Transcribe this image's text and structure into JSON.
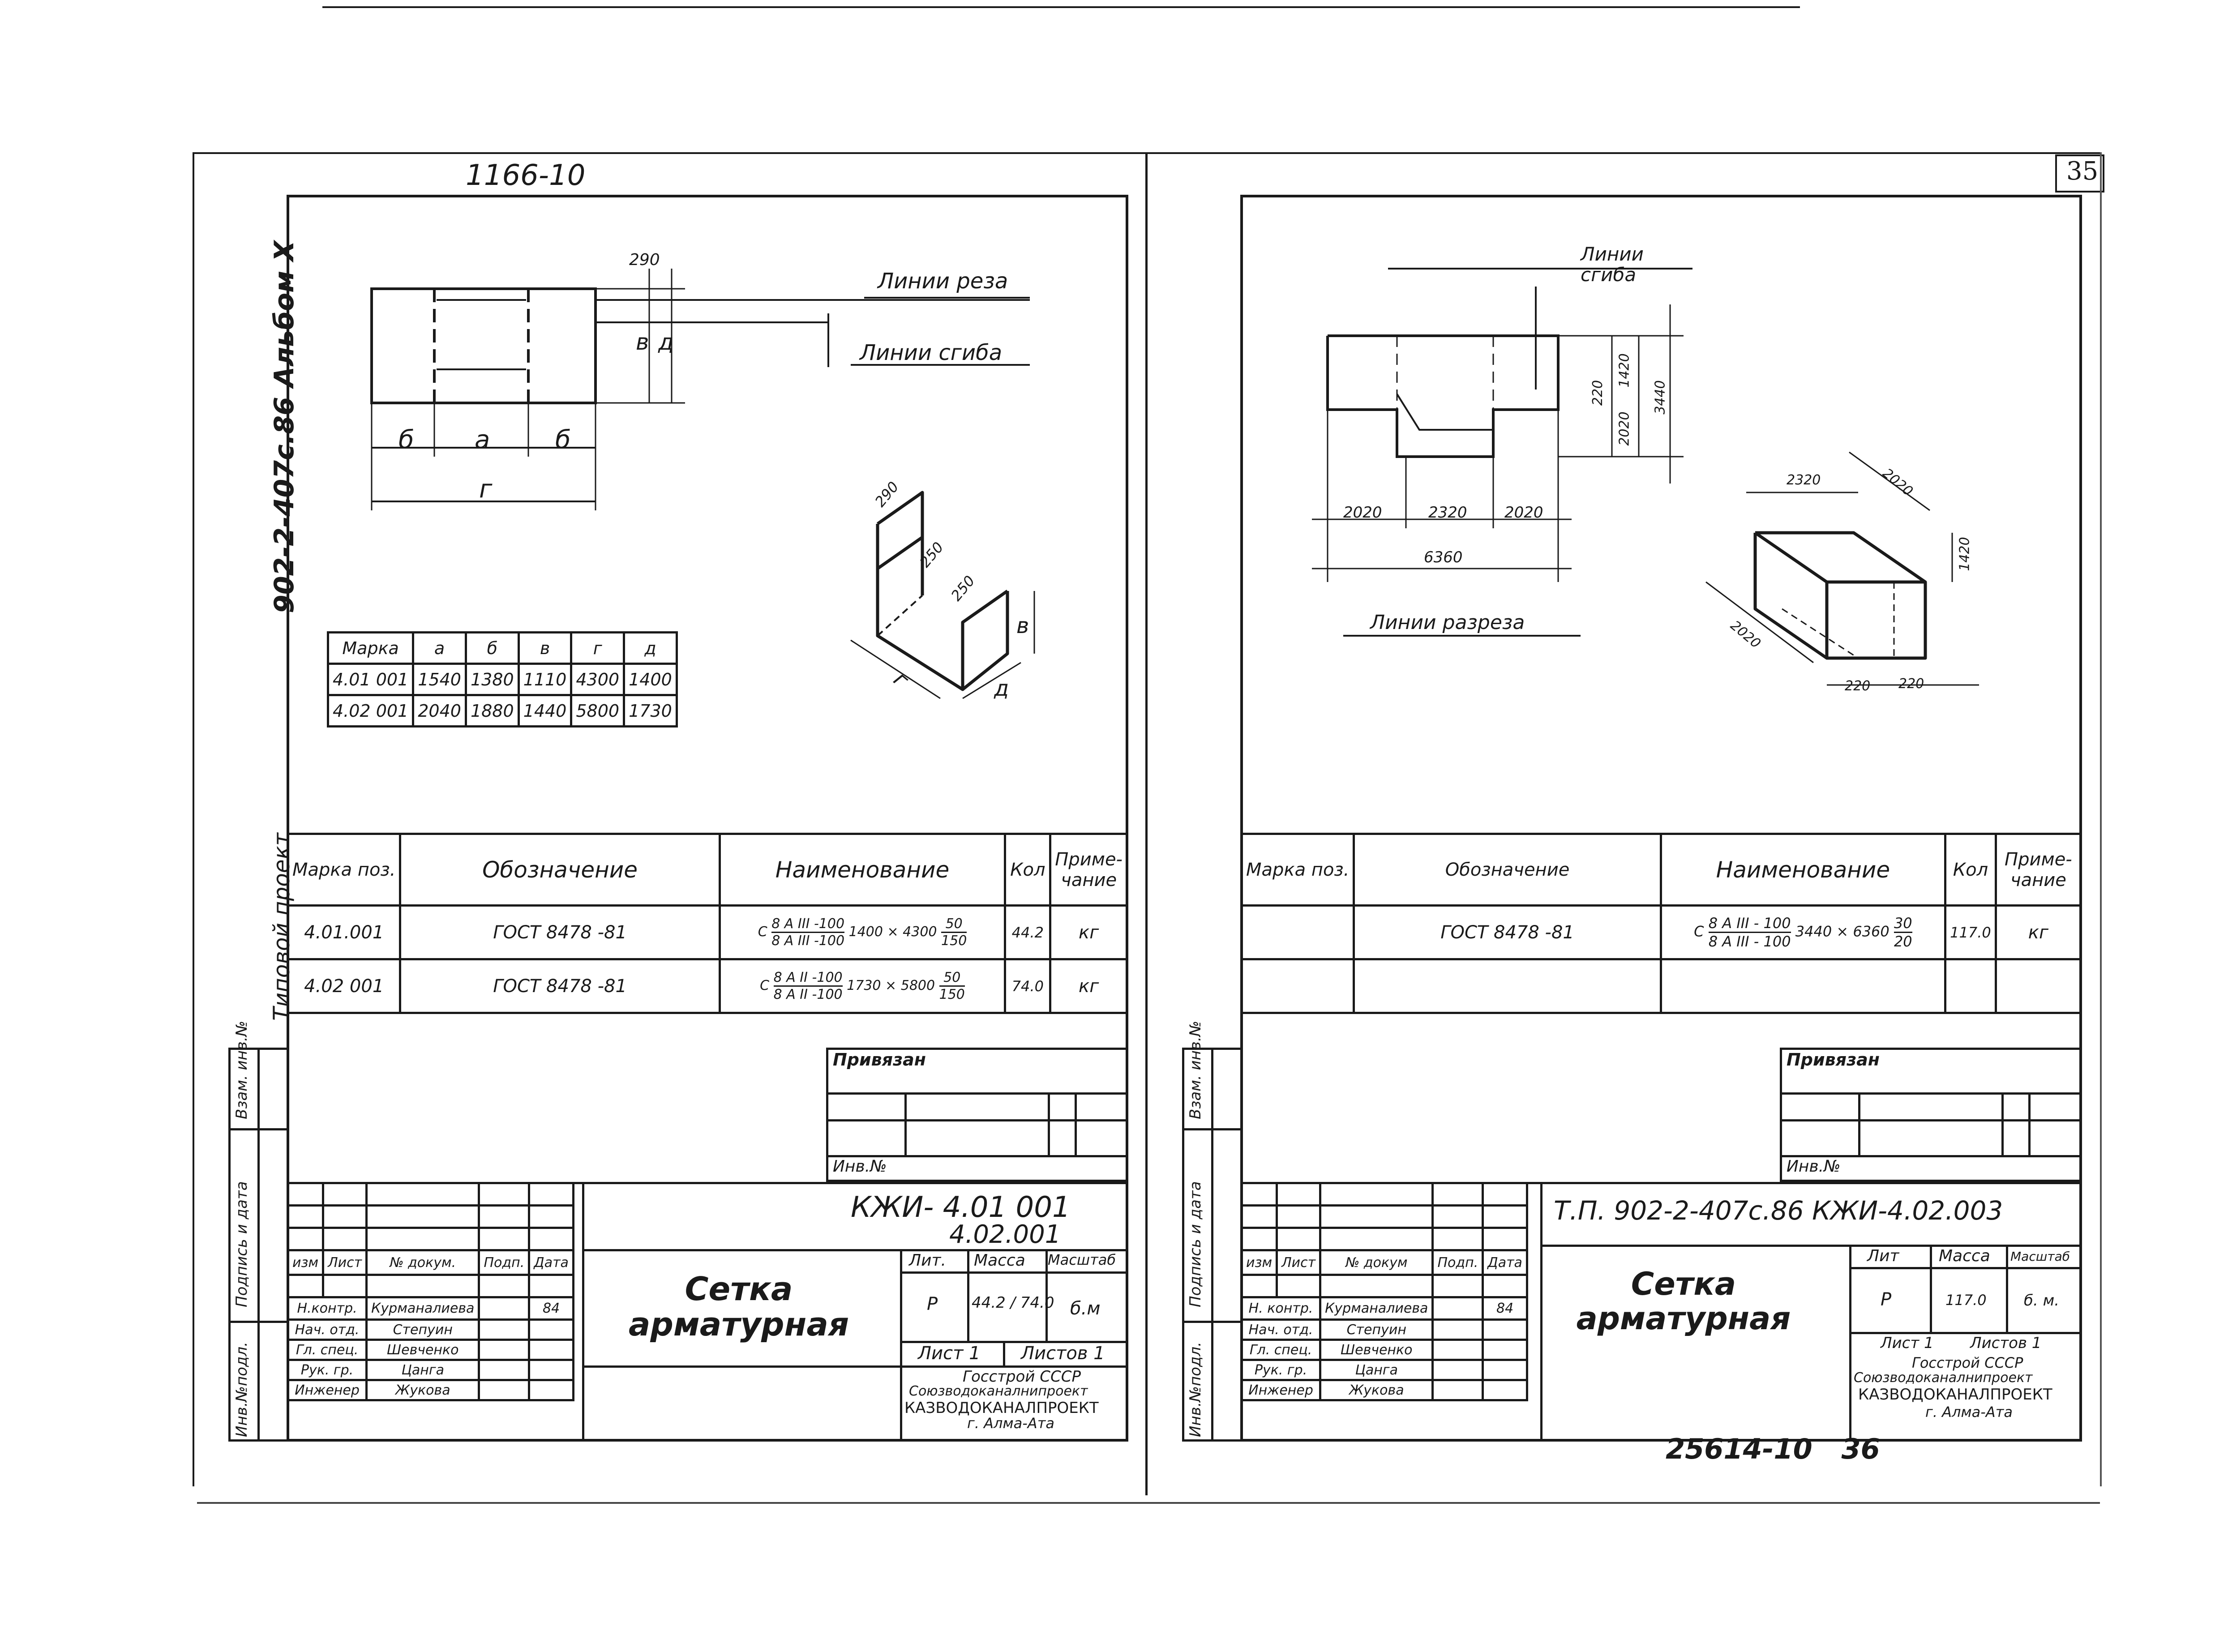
{
  "page_number": "35",
  "footer_number": "25614-10   36",
  "left": {
    "top_code": "1166-10",
    "side_title": "902-2-407с.86 Альбом X",
    "side_project": "Типовой проект",
    "drawing_labels": {
      "cut_line": "Линии реза",
      "bend_line": "Линии сгиба",
      "a": "а",
      "b1": "б",
      "b2": "б",
      "g": "г",
      "v": "в",
      "d": "д",
      "dim_290": "290",
      "dim_250a": "250",
      "dim_250b": "250",
      "dim_290b": "290"
    },
    "param_table": {
      "headers": [
        "Марка",
        "а",
        "б",
        "в",
        "г",
        "д"
      ],
      "rows": [
        [
          "4.01 001",
          "1540",
          "1380",
          "1110",
          "4300",
          "1400"
        ],
        [
          "4.02 001",
          "2040",
          "1880",
          "1440",
          "5800",
          "1730"
        ]
      ]
    },
    "spec": {
      "h_mark": "Марка поз.",
      "h_desig": "Обозначение",
      "h_name": "Наименование",
      "h_qty": "Кол",
      "h_note": "Приме-чание",
      "rows": [
        {
          "mark": "4.01.001",
          "desig": "ГОСТ  8478 -81",
          "name_top": "8 А III -100",
          "name_bot": "8 А III -100",
          "size": "1400 × 4300",
          "frac_top": "50",
          "frac_bot": "150",
          "qty": "44.2",
          "note": "кг"
        },
        {
          "mark": "4.02 001",
          "desig": "ГОСТ  8478 -81",
          "name_top": "8 А II -100",
          "name_bot": "8 А II -100",
          "size": "1730 × 5800",
          "frac_top": "50",
          "frac_bot": "150",
          "qty": "74.0",
          "note": "кг"
        }
      ]
    },
    "privyazan": "Привязан",
    "inv_no": "Инв.№",
    "doc_code": "КЖИ- 4.01 001",
    "doc_code2": "4.02.001",
    "title": "Сетка арматурная",
    "stamp_headers": [
      "изм",
      "Лист",
      "№ докум.",
      "Подп.",
      "Дата"
    ],
    "people": [
      {
        "role": "Н.контр.",
        "name": "Курманалиева",
        "date": "84"
      },
      {
        "role": "Нач. отд.",
        "name": "Степуин",
        "date": ""
      },
      {
        "role": "Гл. спец.",
        "name": "Шевченко",
        "date": ""
      },
      {
        "role": "Рук. гр.",
        "name": "Цанга",
        "date": ""
      },
      {
        "role": "Инженер",
        "name": "Жукова",
        "date": ""
      }
    ],
    "lit_header": "Лит.",
    "mass_header": "Масса",
    "scale_header": "Масштаб",
    "lit": "Р",
    "mass": "44.2 / 74.0",
    "scale": "б.м",
    "sheet": "Лист 1",
    "sheets": "Листов 1",
    "org1": "Госстрой СССР",
    "org2": "Союзводоканалнипроект",
    "org3": "КАЗВОДОКАНАЛПРОЕКТ",
    "org4": "г. Алма-Ата",
    "side_stamp": [
      "Инв.№подл.",
      "Подпись и дата",
      "Взам. инв.№"
    ]
  },
  "right": {
    "drawing_labels": {
      "bend_line": "Линии сгиба",
      "cut_line": "Линии разреза",
      "d2020a": "2020",
      "d2320": "2320",
      "d2020b": "2020",
      "d6360": "6360",
      "d220": "220",
      "d1420": "1420",
      "d2020v": "2020",
      "d3440": "3440",
      "i2320": "2320",
      "i2020a": "2020",
      "i1420": "1420",
      "i2020b": "2020",
      "i220a": "220",
      "i220b": "220"
    },
    "spec": {
      "h_mark": "Марка поз.",
      "h_desig": "Обозначение",
      "h_name": "Наименование",
      "h_qty": "Кол",
      "h_note": "Приме-чание",
      "row": {
        "desig": "ГОСТ  8478 -81",
        "name_top": "8 А III - 100",
        "name_bot": "8 А III - 100",
        "size": "3440 × 6360",
        "frac_top": "30",
        "frac_bot": "20",
        "qty": "117.0",
        "note": "кг"
      }
    },
    "privyazan": "Привязан",
    "inv_no": "Инв.№",
    "doc_code": "Т.П. 902-2-407с.86 КЖИ-4.02.003",
    "title": "Сетка арматурная",
    "stamp_headers": [
      "изм",
      "Лист",
      "№ докум",
      "Подп.",
      "Дата"
    ],
    "people": [
      {
        "role": "Н. контр.",
        "name": "Курманалиева",
        "date": "84"
      },
      {
        "role": "Нач. отд.",
        "name": "Степуин",
        "date": ""
      },
      {
        "role": "Гл. спец.",
        "name": "Шевченко",
        "date": ""
      },
      {
        "role": "Рук. гр.",
        "name": "Цанга",
        "date": ""
      },
      {
        "role": "Инженер",
        "name": "Жукова",
        "date": ""
      }
    ],
    "lit_header": "Лит",
    "mass_header": "Масса",
    "scale_header": "Масштаб",
    "lit": "Р",
    "mass": "117.0",
    "scale": "б. м.",
    "sheet": "Лист 1",
    "sheets": "Листов 1",
    "org1": "Госстрой СССР",
    "org2": "Союзводоканалнипроект",
    "org3": "КАЗВОДОКАНАЛПРОЕКТ",
    "org4": "г. Алма-Ата",
    "side_stamp": [
      "Инв.№подл.",
      "Подпись и дата",
      "Взам. инв.№"
    ]
  }
}
